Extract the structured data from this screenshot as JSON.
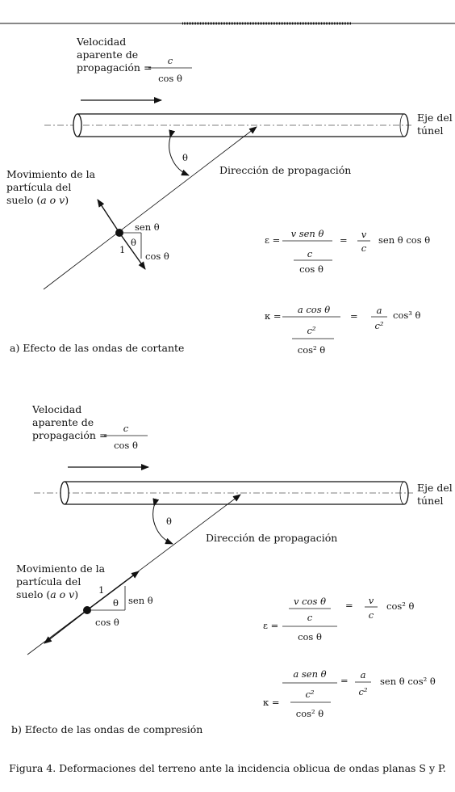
{
  "top_rule": "",
  "panel_a": {
    "velocity_label": [
      "Velocidad",
      "aparente de",
      "propagación ="
    ],
    "velocity_num": "c",
    "velocity_den": "cos θ",
    "axis_label": [
      "Eje del",
      "túnel"
    ],
    "theta": "θ",
    "direction_label": "Dirección de propagación",
    "motion_label": [
      "Movimiento de la",
      "partícula del",
      "suelo ("
    ],
    "motion_vars": "a o v",
    "motion_close": ")",
    "sen_label": "sen θ",
    "cos_label": "cos θ",
    "one": "1",
    "eps_sym": "ε =",
    "eps_num1": "v sen θ",
    "eps_den1": "c",
    "eps_den2": "cos θ",
    "eps_eq": "=",
    "eps_num3": "v",
    "eps_den3": "c",
    "eps_tail": "sen θ  cos θ",
    "kap_sym": "κ =",
    "kap_num1": "a cos θ",
    "kap_den1": "c²",
    "kap_den2": "cos² θ",
    "kap_eq": "=",
    "kap_num3": "a",
    "kap_den3": "c²",
    "kap_tail": "cos³ θ",
    "caption": "a) Efecto de las ondas de cortante"
  },
  "panel_b": {
    "velocity_label": [
      "Velocidad",
      "aparente de",
      "propagación ="
    ],
    "velocity_num": "c",
    "velocity_den": "cos θ",
    "axis_label": [
      "Eje del",
      "túnel"
    ],
    "theta": "θ",
    "direction_label": "Dirección de propagación",
    "motion_label": [
      "Movimiento de la",
      "partícula del",
      "suelo ("
    ],
    "motion_vars": "a o v",
    "motion_close": ")",
    "sen_label": "sen θ",
    "cos_label": "cos θ",
    "one": "1",
    "eps_sym": "ε =",
    "eps_num1": "v cos θ",
    "eps_den1": "c",
    "eps_den2": "cos θ",
    "eps_eq": "=",
    "eps_num3": "v",
    "eps_den3": "c",
    "eps_tail": "cos² θ",
    "kap_sym": "κ =",
    "kap_num1": "a sen θ",
    "kap_den1": "c²",
    "kap_den2": "cos² θ",
    "kap_eq": "=",
    "kap_num3": "a",
    "kap_den3": "c²",
    "kap_tail": "sen θ  cos² θ",
    "caption": "b) Efecto de las ondas de compresión"
  },
  "figure_caption": "Figura 4. Deformaciones del terreno ante la incidencia oblicua de ondas planas S y P."
}
